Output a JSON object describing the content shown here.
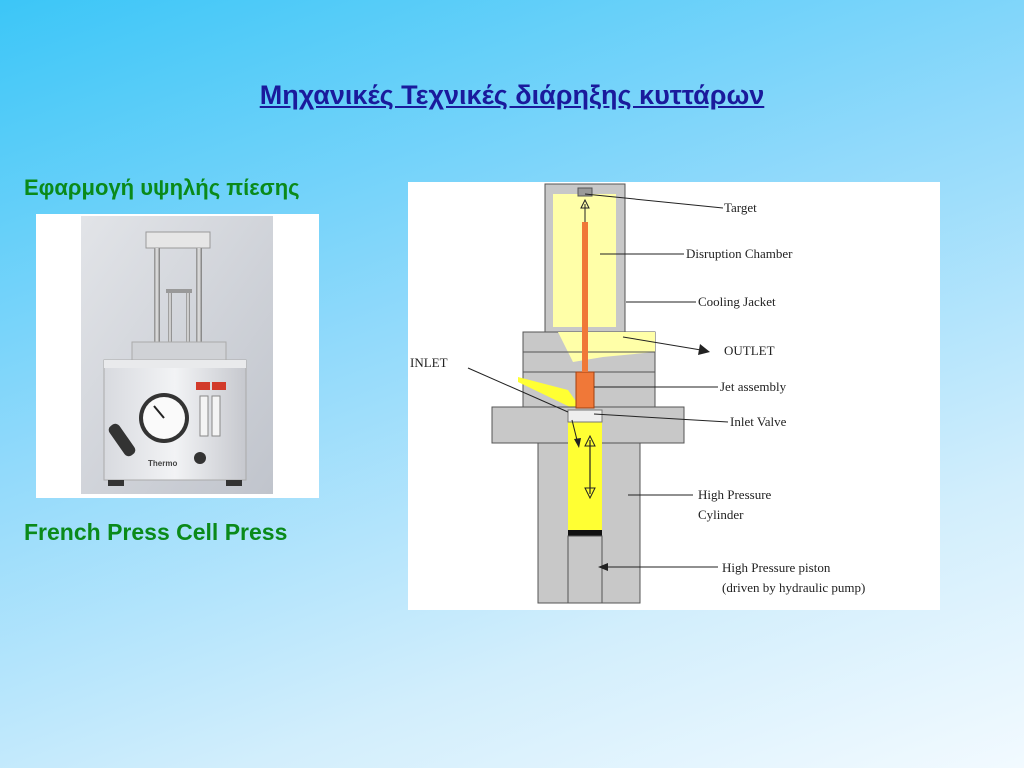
{
  "slide": {
    "title": "Μηχανικές Τεχνικές διάρηξης κυττάρων",
    "subtitle": "Εφαρμογή υψηλής πίεσης",
    "caption": "French Press Cell Press"
  },
  "photo": {
    "brand": "Thermo"
  },
  "diagram": {
    "labels": {
      "target": "Target",
      "disruption_chamber": "Disruption Chamber",
      "cooling_jacket": "Cooling Jacket",
      "outlet": "OUTLET",
      "inlet": "INLET",
      "jet_assembly": "Jet assembly",
      "inlet_valve": "Inlet Valve",
      "hp_cylinder_1": "High Pressure",
      "hp_cylinder_2": "Cylinder",
      "hp_piston_1": "High Pressure piston",
      "hp_piston_2": "(driven by hydraulic pump)"
    },
    "colors": {
      "metal": "#c8c8c8",
      "fluid": "#ffff33",
      "chamber": "#ffffa8",
      "jet": "#f07838"
    }
  }
}
